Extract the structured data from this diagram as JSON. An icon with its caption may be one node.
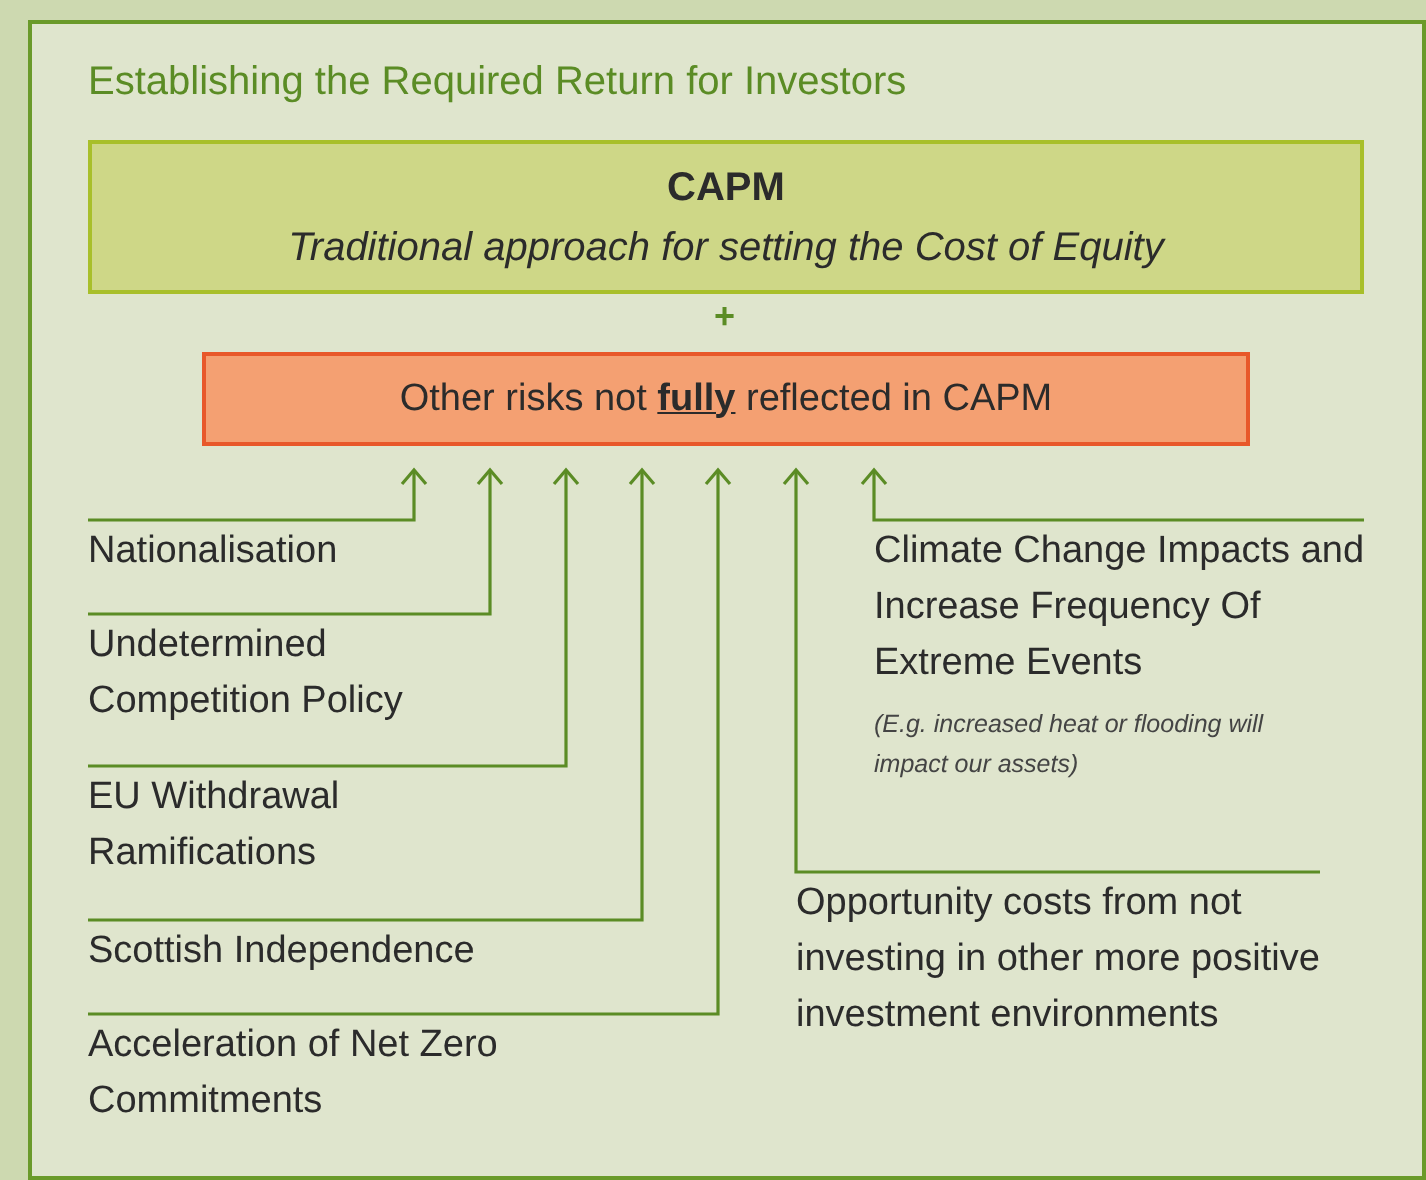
{
  "diagram": {
    "nodes": [
      {
        "text": [
          "Establishing the Required Return for Investors"
        ]
      },
      {
        "text": [
          "CAPM",
          "Traditional approach for setting the Cost of Equity"
        ],
        "in": 0
      },
      {
        "text": [
          "Other risks not **fully** reflected in CAPM"
        ],
        "in": 0
      },
      {
        "text": [
          "Nationalisation"
        ],
        "in": 0
      },
      {
        "text": [
          "Undetermined Competition Policy"
        ],
        "in": 0
      },
      {
        "text": [
          "EU Withdrawal Ramifications"
        ],
        "in": 0
      },
      {
        "text": [
          "Scottish Independence"
        ],
        "in": 0
      },
      {
        "text": [
          "Acceleration of Net Zero Commitments"
        ],
        "in": 0
      },
      {
        "text": [
          "Opportunity costs from not investing in other more positive investment environments"
        ],
        "in": 0
      },
      {
        "text": [
          "Climate Change Impacts and Increase Frequency Of Extreme Events",
          "(E.g. increased heat or flooding will impact our assets)"
        ],
        "in": 0
      }
    ],
    "edges": [
      {
        "from": 3,
        "to": 2,
        "arrow": "to"
      },
      {
        "from": 4,
        "to": 2,
        "arrow": "to"
      },
      {
        "from": 5,
        "to": 2,
        "arrow": "to"
      },
      {
        "from": 6,
        "to": 2,
        "arrow": "to"
      },
      {
        "from": 7,
        "to": 2,
        "arrow": "to"
      },
      {
        "from": 8,
        "to": 2,
        "arrow": "to"
      },
      {
        "from": 9,
        "to": 2,
        "arrow": "to"
      }
    ],
    "labels": [
      "+"
    ]
  }
}
